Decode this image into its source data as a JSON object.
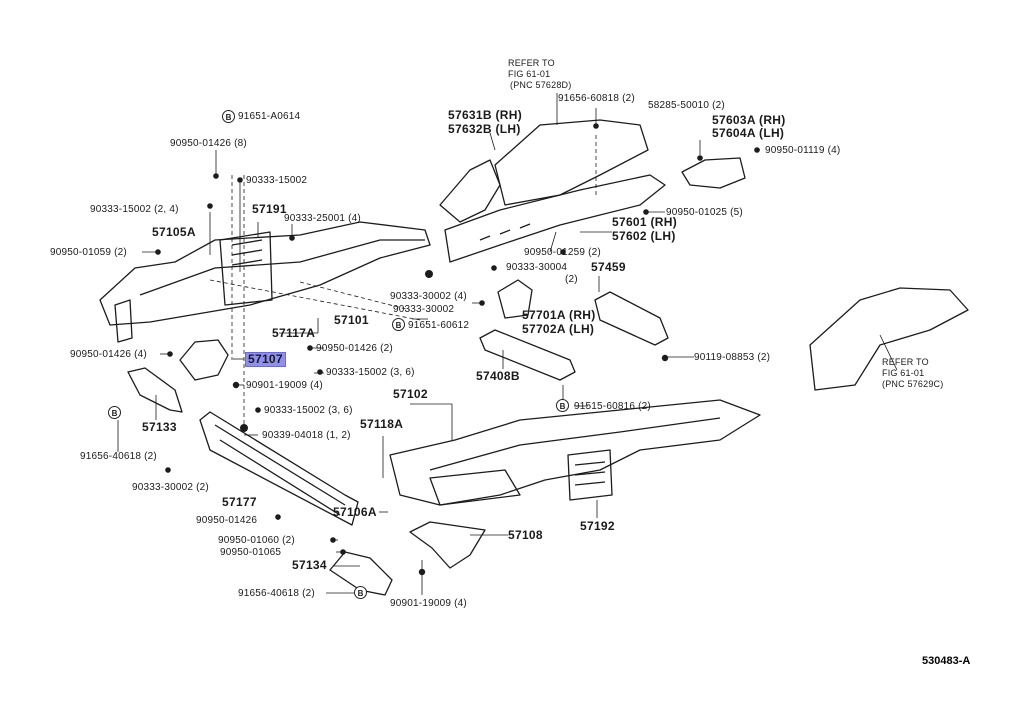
{
  "diagram_id": "530483-A",
  "callout_circle_letter": "B",
  "highlight_color": "#8e8ff0",
  "labels": {
    "p91651_A0614": "91651-A0614",
    "p90950_01426_8": "90950-01426 (8)",
    "p90333_15002_a": "90333-15002",
    "p90333_15002_24": "90333-15002 (2, 4)",
    "p57191": "57191",
    "p90333_25001_4": "90333-25001 (4)",
    "p57105A": "57105A",
    "p90950_01059_2": "90950-01059 (2)",
    "p90333_30002_4": "90333-30002 (4)",
    "p90333_30002_b": "90333-30002",
    "p57101": "57101",
    "p91651_60612": "91651-60612",
    "p57117A": "57117A",
    "p90950_01426_4": "90950-01426 (4)",
    "p90950_01426_2": "90950-01426 (2)",
    "p57107": "57107",
    "p90333_15002_36a": "90333-15002 (3, 6)",
    "p90901_19009_4a": "90901-19009 (4)",
    "p90333_15002_36b": "90333-15002 (3, 6)",
    "p57133": "57133",
    "p90339_04018": "90339-04018 (1, 2)",
    "p91656_40618_2a": "91656-40618 (2)",
    "p90333_30002_2": "90333-30002 (2)",
    "p57177": "57177",
    "p90950_01426": "90950-01426",
    "p90950_01060_2": "90950-01060 (2)",
    "p90950_01065": "90950-01065",
    "p57134": "57134",
    "p91656_40618_2b": "91656-40618 (2)",
    "p90901_19009_4b": "90901-19009 (4)",
    "p57108": "57108",
    "p57106A": "57106A",
    "p57118A": "57118A",
    "p57102": "57102",
    "p57192": "57192",
    "p91515_60816_2": "91515-60816 (2)",
    "p57408B": "57408B",
    "p57701A": "57701A (RH)",
    "p57702A": "57702A (LH)",
    "p57459": "57459",
    "p90119_08853_2": "90119-08853 (2)",
    "p90333_30004": "90333-30004",
    "p90333_30004_q": "(2)",
    "p90950_01259_2": "90950-01259 (2)",
    "p57601": "57601 (RH)",
    "p57602": "57602 (LH)",
    "p90950_01025_5": "90950-01025 (5)",
    "p57631B": "57631B (RH)",
    "p57632B": "57632B (LH)",
    "p91656_60818_2": "91656-60818 (2)",
    "p58285_50010_2": "58285-50010 (2)",
    "p57603A": "57603A (RH)",
    "p57604A": "57604A (LH)",
    "p90950_01119_4": "90950-01119 (4)",
    "ref1_l1": "REFER TO",
    "ref1_l2": "FIG 61-01",
    "ref1_l3": "(PNC 57628D)",
    "ref2_l1": "REFER TO",
    "ref2_l2": "FIG 61-01",
    "ref2_l3": "(PNC 57629C)"
  }
}
